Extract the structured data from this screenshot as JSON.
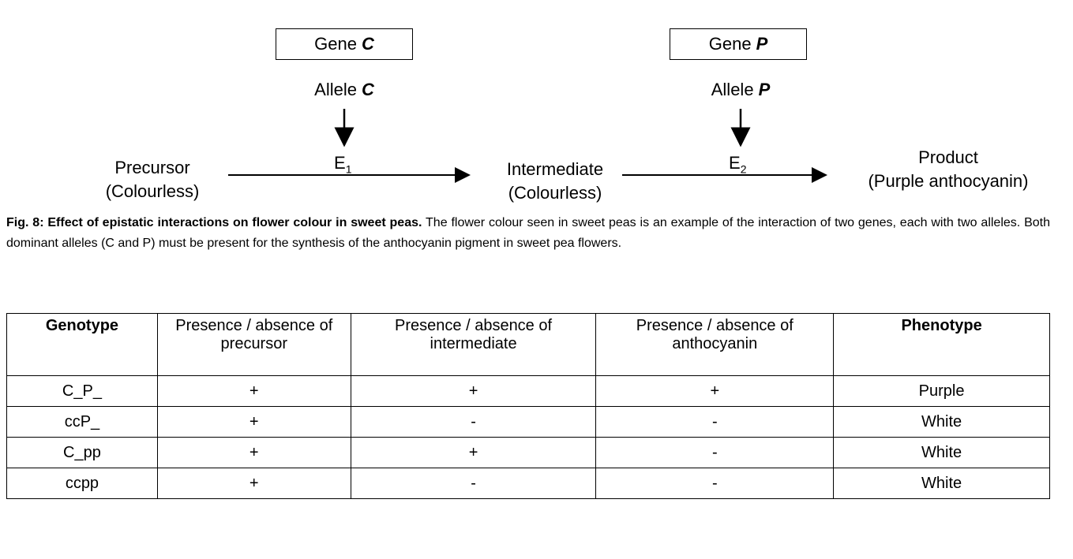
{
  "diagram": {
    "gene_c": {
      "prefix": "Gene",
      "letter": "C"
    },
    "gene_p": {
      "prefix": "Gene",
      "letter": "P"
    },
    "allele_c": {
      "prefix": "Allele",
      "letter": "C"
    },
    "allele_p": {
      "prefix": "Allele",
      "letter": "P"
    },
    "precursor": {
      "line1": "Precursor",
      "line2": "(Colourless)"
    },
    "intermediate": {
      "line1": "Intermediate",
      "line2": "(Colourless)"
    },
    "product": {
      "line1": "Product",
      "line2": "(Purple anthocyanin)"
    },
    "enzyme1": {
      "base": "E",
      "sub": "1"
    },
    "enzyme2": {
      "base": "E",
      "sub": "2"
    }
  },
  "caption": {
    "bold": "Fig. 8: Effect of epistatic interactions on flower colour in sweet peas.",
    "text": " The flower colour seen in sweet peas is an example of the interaction of two genes, each with two alleles. Both dominant alleles (C and P) must be present for the synthesis of the anthocyanin pigment in sweet pea flowers."
  },
  "table": {
    "headers": [
      "Genotype",
      "Presence / absence of precursor",
      "Presence / absence of intermediate",
      "Presence / absence of anthocyanin",
      "Phenotype"
    ],
    "rows": [
      [
        "C_P_",
        "+",
        "+",
        "+",
        "Purple"
      ],
      [
        "ccP_",
        "+",
        "-",
        "-",
        "White"
      ],
      [
        "C_pp",
        "+",
        "+",
        "-",
        "White"
      ],
      [
        "ccpp",
        "+",
        "-",
        "-",
        "White"
      ]
    ]
  }
}
